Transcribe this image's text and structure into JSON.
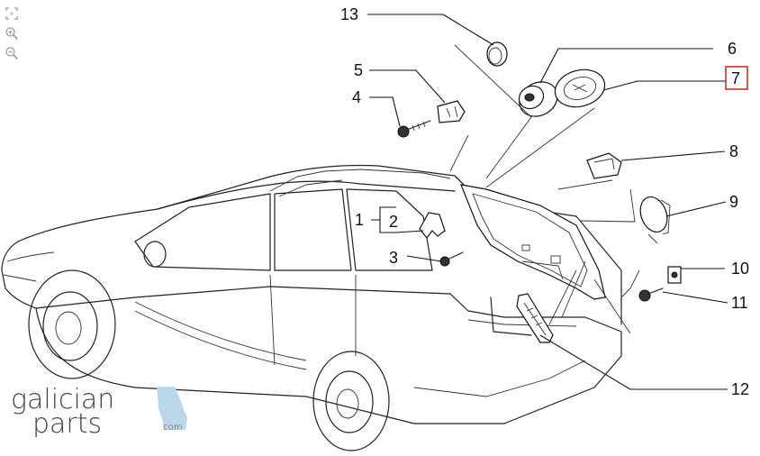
{
  "toolbar": {
    "items": [
      {
        "icon": "fit-screen-icon"
      },
      {
        "icon": "zoom-in-icon"
      },
      {
        "icon": "zoom-out-icon"
      }
    ]
  },
  "callouts": {
    "p1": "1",
    "p2": "2",
    "p3": "3",
    "p4": "4",
    "p5": "5",
    "p6": "6",
    "p7": "7",
    "p8": "8",
    "p9": "9",
    "p10": "10",
    "p11": "11",
    "p12": "12",
    "p13": "13"
  },
  "selected_part": "7",
  "highlight_color": "#c0392b",
  "logo": {
    "line1": "galician",
    "line2": "parts",
    "suffix": ".com"
  }
}
